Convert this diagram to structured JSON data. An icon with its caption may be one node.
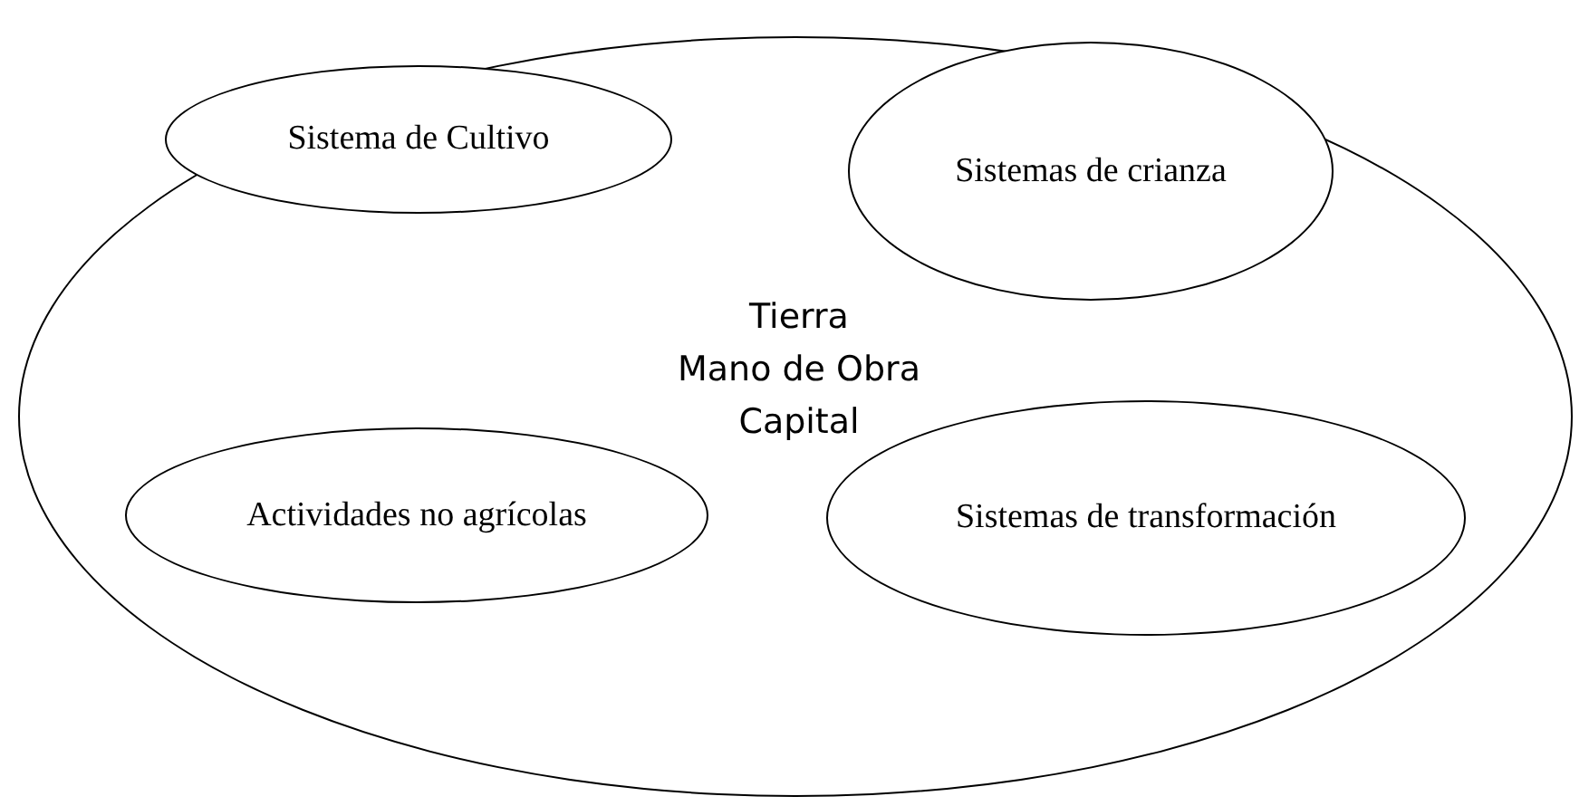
{
  "diagram": {
    "nodes": [
      {
        "text": [
          "Tierra",
          "Mano de Obra",
          "Capital"
        ]
      },
      {
        "text": [
          "Sistema de Cultivo"
        ],
        "in": 0
      },
      {
        "text": [
          "Sistemas de crianza"
        ],
        "in": 0
      },
      {
        "text": [
          "Actividades no agrícolas"
        ],
        "in": 0
      },
      {
        "text": [
          "Sistemas de transformación"
        ],
        "in": 0
      }
    ]
  }
}
